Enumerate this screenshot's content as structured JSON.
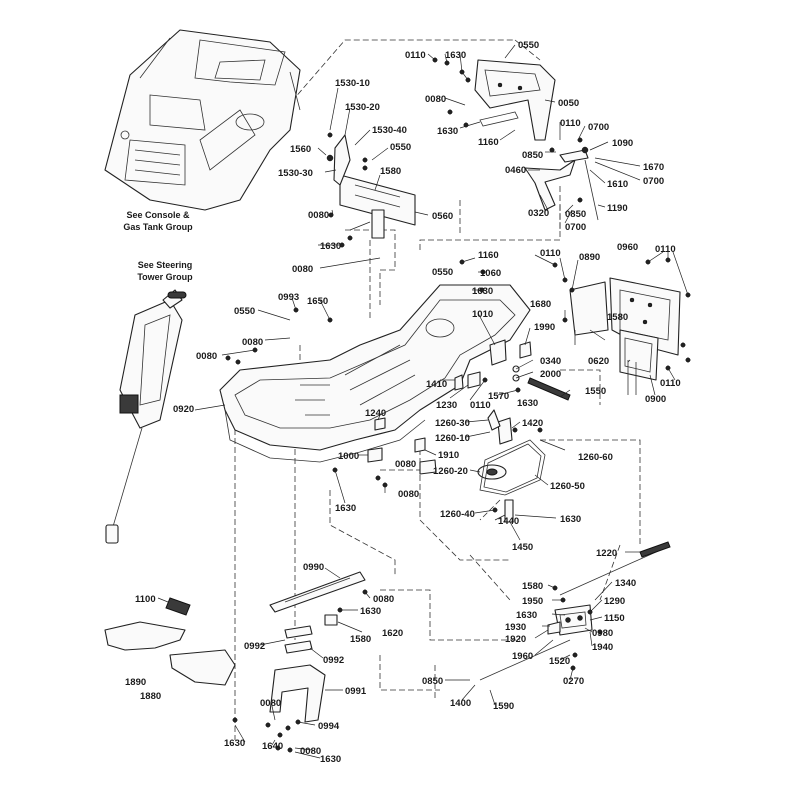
{
  "notes": {
    "console": [
      "See Console &",
      "Gas Tank Group"
    ],
    "steering": [
      "See Steering",
      "Tower Group"
    ]
  },
  "labels": {
    "0550": "0550",
    "0110": "0110",
    "1630": "1630",
    "0050": "0050",
    "0080": "0080",
    "1160": "1160",
    "0700": "0700",
    "1090": "1090",
    "0850": "0850",
    "1670": "1670",
    "0460": "0460",
    "1610": "1610",
    "0320": "0320",
    "1190": "1190",
    "1530-10": "1530-10",
    "1530-20": "1530-20",
    "1530-40": "1530-40",
    "1560": "1560",
    "1530-30": "1530-30",
    "1580": "1580",
    "0560": "0560",
    "1060": "1060",
    "0890": "0890",
    "0960": "0960",
    "1680": "1680",
    "0993": "0993",
    "1650": "1650",
    "1010": "1010",
    "1990": "1990",
    "0620": "0620",
    "0340": "0340",
    "2000": "2000",
    "1550": "1550",
    "0900": "0900",
    "1410": "1410",
    "1570": "1570",
    "1230": "1230",
    "0920": "0920",
    "1240": "1240",
    "1260-30": "1260-30",
    "1420": "1420",
    "1260-10": "1260-10",
    "1260-60": "1260-60",
    "1000": "1000",
    "1910": "1910",
    "1260-20": "1260-20",
    "1260-50": "1260-50",
    "1260-40": "1260-40",
    "1440": "1440",
    "1450": "1450",
    "1220": "1220",
    "0990": "0990",
    "1340": "1340",
    "1950": "1950",
    "1290": "1290",
    "1100": "1100",
    "1620": "1620",
    "1150": "1150",
    "1930": "1930",
    "0980": "0980",
    "0992": "0992",
    "1920": "1920",
    "1940": "1940",
    "1960": "1960",
    "1520": "1520",
    "1890": "1890",
    "0270": "0270",
    "0991": "0991",
    "1880": "1880",
    "1400": "1400",
    "1590": "1590",
    "0994": "0994",
    "1640": "1640"
  }
}
